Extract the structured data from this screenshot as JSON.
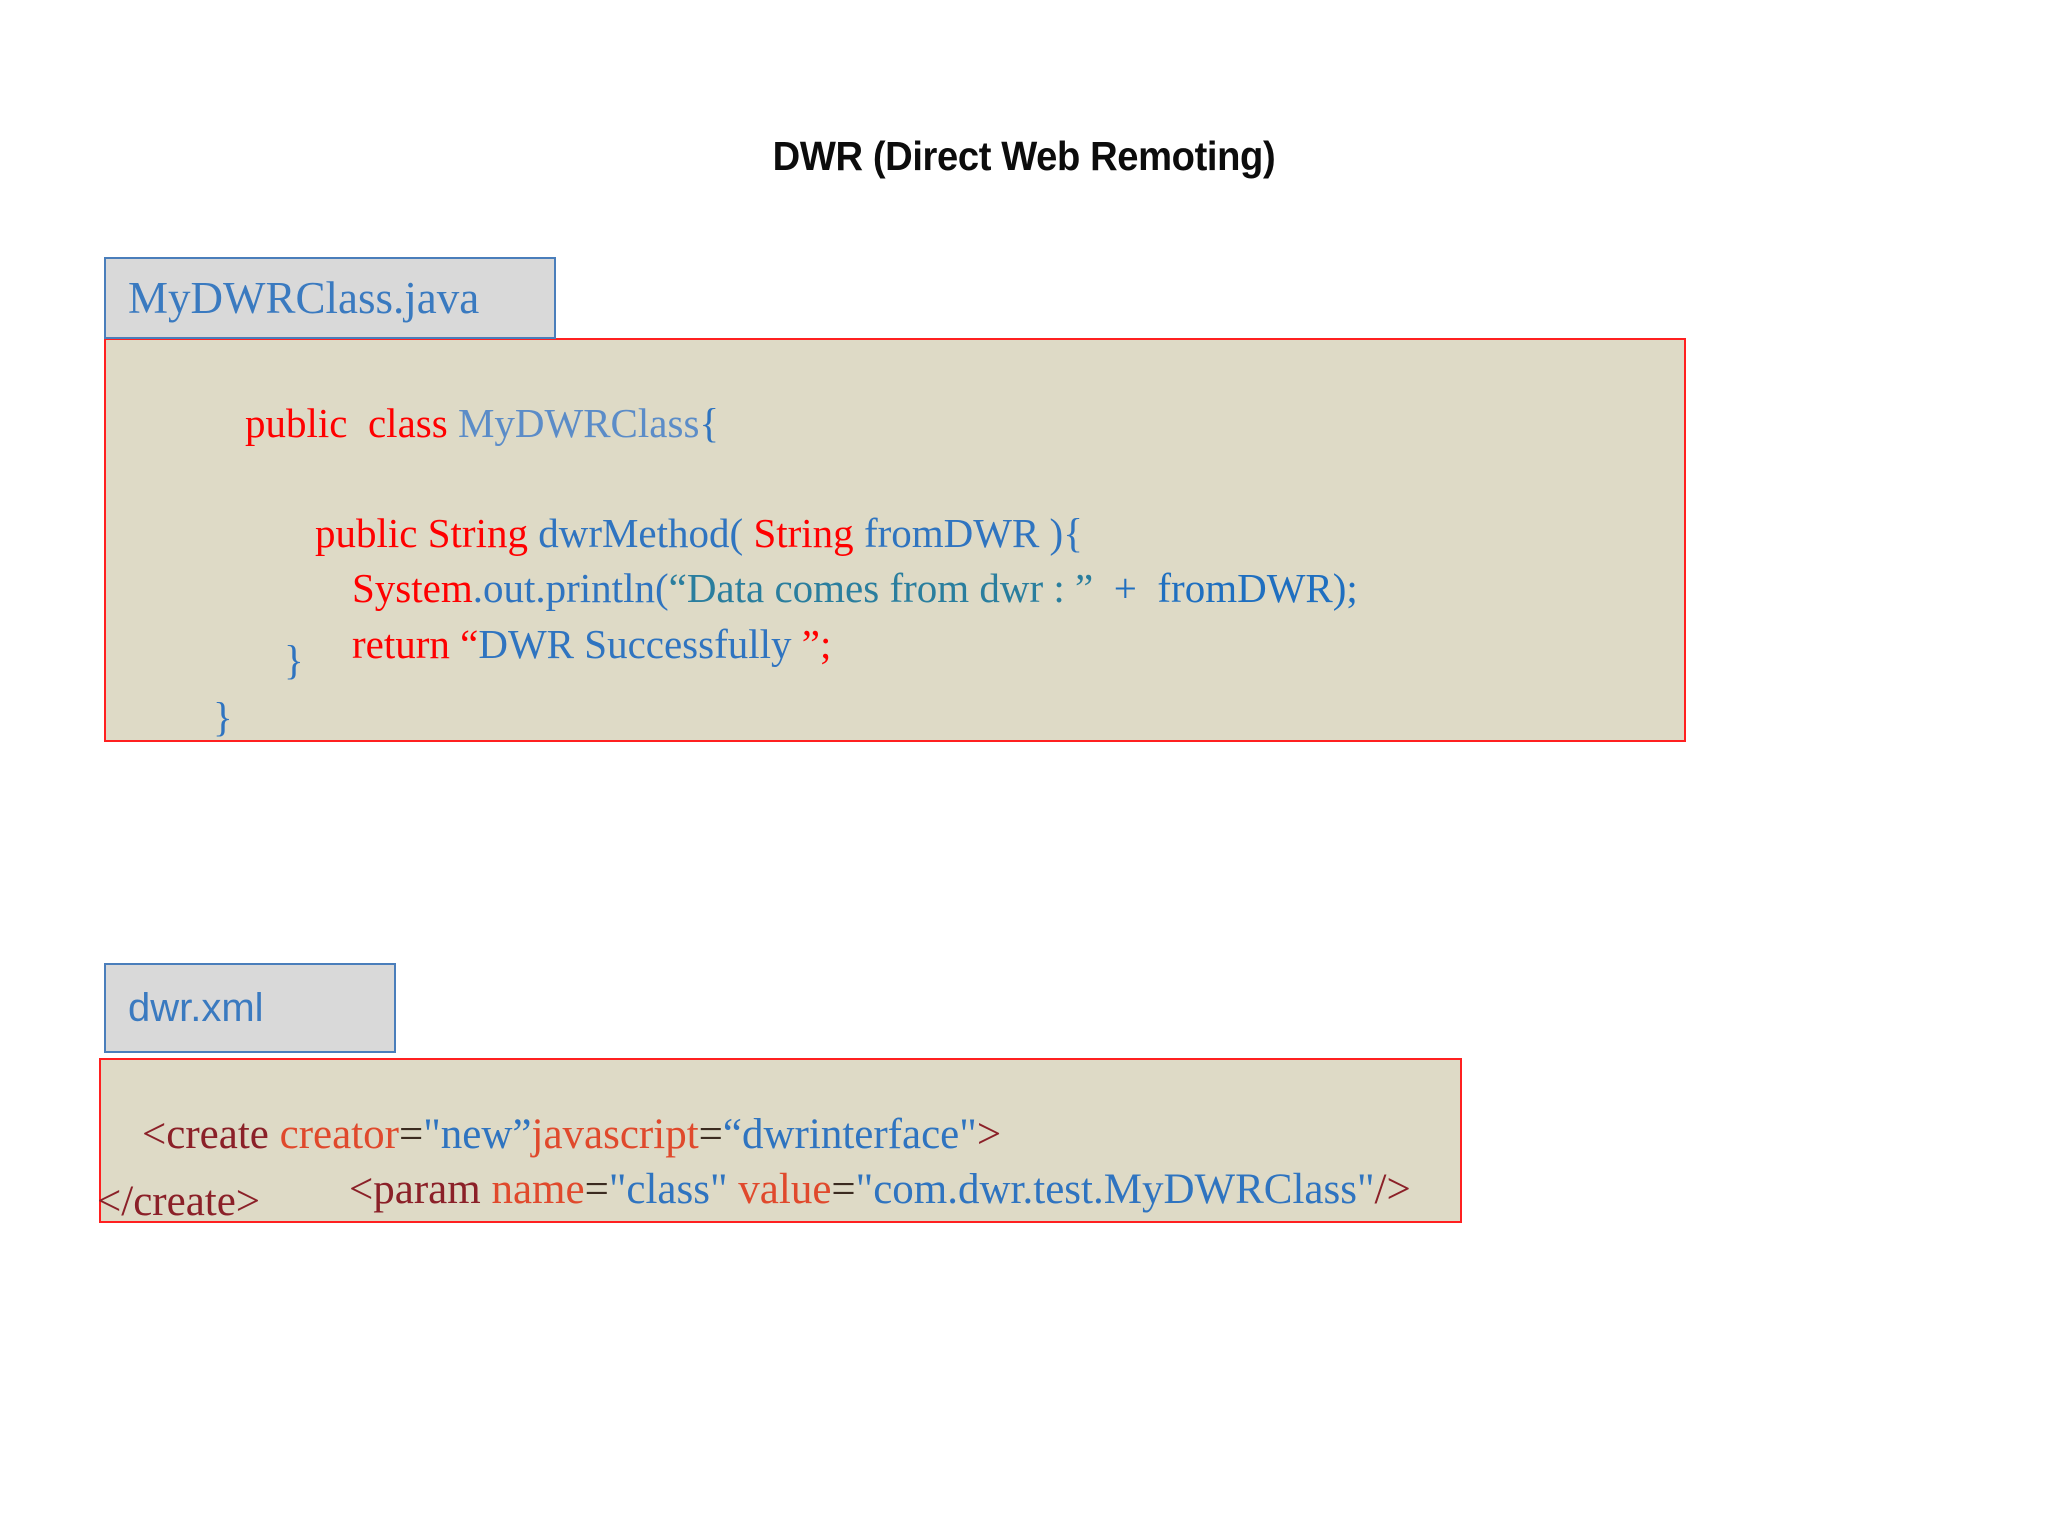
{
  "slide": {
    "title": "DWR (Direct Web Remoting)",
    "background_color": "#FFFFFF"
  },
  "palette": {
    "code_box_background": "#DEDAC6",
    "code_box_border": "#FF2020",
    "label_background": "#D9D9D9",
    "label_border": "#4A7EBB",
    "label_text": "#3A7AC0",
    "keyword_red": "#FF0000",
    "identifier_blue": "#2F74C0",
    "class_steel_blue": "#5B8CC8",
    "string_teal": "#2A7E9E",
    "tag_maroon": "#8B2028",
    "attribute_orange": "#E0492C"
  },
  "java_block": {
    "label": "MyDWRClass.java",
    "lines": [
      {
        "id": "class-declaration",
        "tokens": [
          {
            "text": "public  class ",
            "color_role": "keyword_red"
          },
          {
            "text": "MyDWRClass",
            "color_role": "class_steel_blue"
          },
          {
            "text": "{",
            "color_role": "identifier_blue"
          }
        ]
      },
      {
        "id": "method-signature",
        "tokens": [
          {
            "text": "public String ",
            "color_role": "keyword_red"
          },
          {
            "text": "dwrMethod( ",
            "color_role": "identifier_blue"
          },
          {
            "text": "String",
            "color_role": "keyword_red"
          },
          {
            "text": " fromDWR ){",
            "color_role": "identifier_blue"
          }
        ]
      },
      {
        "id": "println-statement",
        "tokens": [
          {
            "text": "System",
            "color_role": "keyword_red"
          },
          {
            "text": ".out.println(",
            "color_role": "identifier_blue"
          },
          {
            "text": "“Data comes from dwr : ”",
            "color_role": "string_teal"
          },
          {
            "text": "  +  fromDWR);",
            "color_role": "identifier_blue"
          }
        ]
      },
      {
        "id": "return-statement",
        "tokens": [
          {
            "text": "return ",
            "color_role": "keyword_red"
          },
          {
            "text": "“",
            "color_role": "keyword_red"
          },
          {
            "text": "DWR Successfully ",
            "color_role": "identifier_blue"
          },
          {
            "text": "”;",
            "color_role": "keyword_red"
          }
        ]
      },
      {
        "id": "method-close-brace",
        "tokens": [
          {
            "text": "}",
            "color_role": "identifier_blue"
          }
        ]
      },
      {
        "id": "class-close-brace",
        "tokens": [
          {
            "text": "}",
            "color_role": "identifier_blue"
          }
        ]
      }
    ]
  },
  "xml_block": {
    "label": "dwr.xml",
    "lines": [
      {
        "id": "create-open-tag",
        "tokens": [
          {
            "text": "<create ",
            "color_role": "tag_maroon"
          },
          {
            "text": "creator",
            "color_role": "attribute_orange"
          },
          {
            "text": "=",
            "color_role": "dark"
          },
          {
            "text": "\"new”",
            "color_role": "identifier_blue"
          },
          {
            "text": "javascript",
            "color_role": "attribute_orange"
          },
          {
            "text": "=",
            "color_role": "dark"
          },
          {
            "text": "“dwrinterface\"",
            "color_role": "identifier_blue"
          },
          {
            "text": ">",
            "color_role": "tag_maroon"
          }
        ]
      },
      {
        "id": "param-tag",
        "tokens": [
          {
            "text": "<param ",
            "color_role": "tag_maroon"
          },
          {
            "text": "name",
            "color_role": "attribute_orange"
          },
          {
            "text": "=",
            "color_role": "dark"
          },
          {
            "text": "\"class\"",
            "color_role": "identifier_blue"
          },
          {
            "text": " ",
            "color_role": "dark"
          },
          {
            "text": "value",
            "color_role": "attribute_orange"
          },
          {
            "text": "=",
            "color_role": "dark"
          },
          {
            "text": "\"com.dwr.test.MyDWRClass\"",
            "color_role": "identifier_blue"
          },
          {
            "text": "/>",
            "color_role": "tag_maroon"
          }
        ]
      },
      {
        "id": "create-close-tag",
        "tokens": [
          {
            "text": "</create>",
            "color_role": "tag_maroon"
          }
        ]
      }
    ]
  }
}
